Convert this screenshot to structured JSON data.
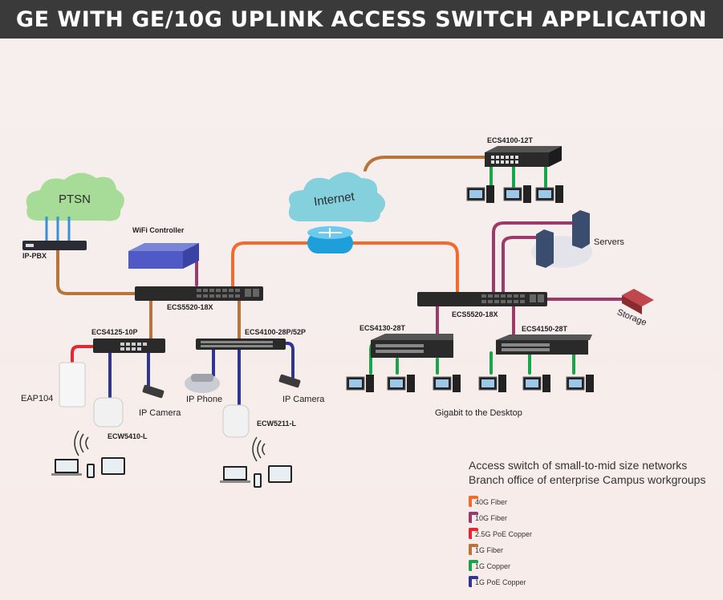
{
  "title": "GE WITH GE/10G UPLINK ACCESS SWITCH APPLICATION",
  "clouds": {
    "ptsn": "PTSN",
    "internet": "Internet"
  },
  "devices": {
    "ecs4100_12t": "ECS4100-12T",
    "ip_pbx": "IP-PBX",
    "wifi_controller": "WiFi Controller",
    "ecs5520_left": "ECS5520-18X",
    "ecs4125": "ECS4125-10P",
    "ecs4100_28p": "ECS4100-28P/52P",
    "eap104": "EAP104",
    "ip_camera_left": "IP Camera",
    "ip_phone": "IP Phone",
    "ip_camera_right": "IP Camera",
    "ecw5410": "ECW5410-L",
    "ecw5211": "ECW5211-L",
    "servers": "Servers",
    "storage": "Storage",
    "ecs5520_right": "ECS5520-18X",
    "ecs4130": "ECS4130-28T",
    "ecs4150": "ECS4150-28T",
    "gigabit_desktop": "Gigabit to the Desktop"
  },
  "description": [
    "Access switch of  small-to-mid size networks",
    "Branch office of enterprise Campus workgroups"
  ],
  "legend": [
    {
      "label": "40G Fiber",
      "color": "#f26a2e"
    },
    {
      "label": "10G Fiber",
      "color": "#9b3b6b"
    },
    {
      "label": "2.5G PoE Copper",
      "color": "#e8262f"
    },
    {
      "label": "1G Fiber",
      "color": "#b8743c"
    },
    {
      "label": "1G Copper",
      "color": "#1aa54a"
    },
    {
      "label": "1G PoE Copper",
      "color": "#2f3592"
    }
  ]
}
